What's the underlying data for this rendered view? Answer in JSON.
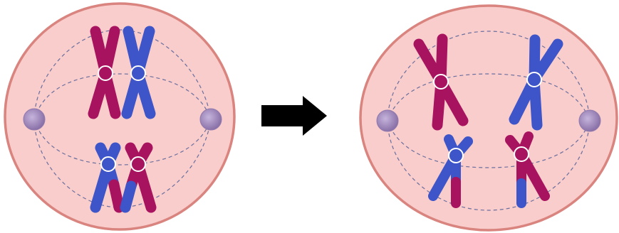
{
  "diagram": {
    "cells": [
      {
        "id": "before",
        "pairs": [
          {
            "position": "upper",
            "state": "paired"
          },
          {
            "position": "lower",
            "state": "paired"
          }
        ]
      },
      {
        "id": "after",
        "pairs": [
          {
            "position": "upper",
            "state": "separated"
          },
          {
            "position": "lower",
            "state": "separated"
          }
        ]
      }
    ],
    "arrow": "right-arrow-icon"
  },
  "colors": {
    "cell_fill": "#f9cdcb",
    "cell_border": "#d9847f",
    "spindle": "#6b6f9f",
    "centrosome": "#9e88b8",
    "magenta": "#a8135f",
    "blue": "#3d55c8",
    "centromere_ring": "#ffffff",
    "arrow": "#000000"
  }
}
